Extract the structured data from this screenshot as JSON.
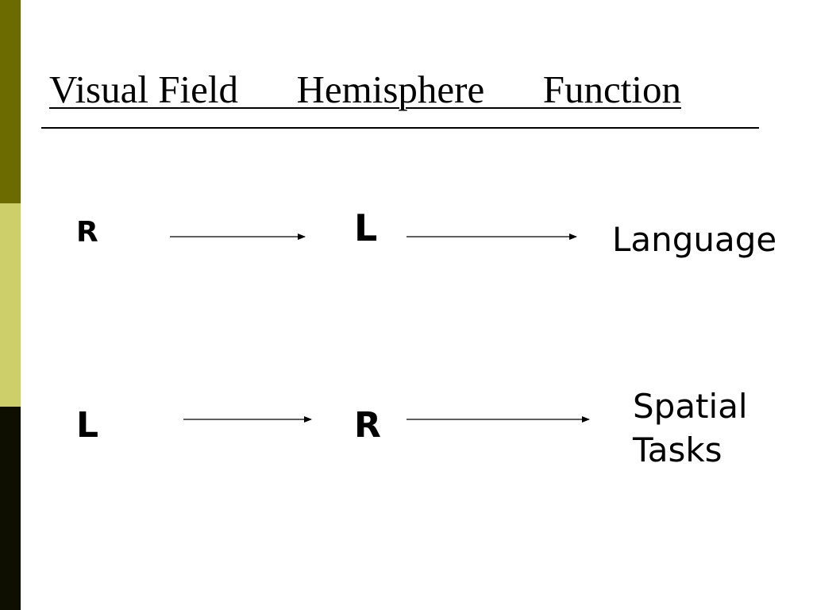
{
  "slide": {
    "title": "Visual Field      Hemisphere      Function",
    "colors": {
      "bar_top": "#6B6B00",
      "bar_mid": "#CDCF6A",
      "bar_bottom": "#0F0F00",
      "text": "#000000",
      "background": "#FFFFFF"
    }
  },
  "rows": [
    {
      "visual_field": "R",
      "hemisphere": "L",
      "function_lines": [
        "Language"
      ]
    },
    {
      "visual_field": "L",
      "hemisphere": "R",
      "function_lines": [
        "Spatial",
        "Tasks"
      ]
    }
  ]
}
